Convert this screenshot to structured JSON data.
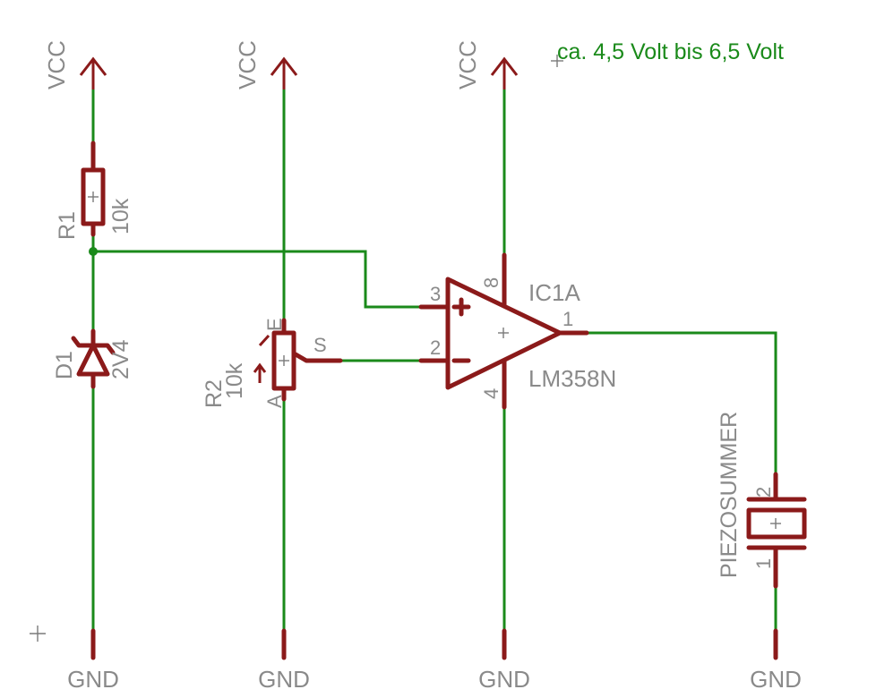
{
  "colors": {
    "wire": "#1a8a1a",
    "component": "#8b1a1a",
    "label": "#8a8a8a",
    "note": "#1a8a1a",
    "background": "#ffffff"
  },
  "note": "ca. 4,5 Volt bis 6,5 Volt",
  "supplies": {
    "vcc_left": "VCC",
    "vcc_middle": "VCC",
    "vcc_opamp": "VCC",
    "gnd_left": "GND",
    "gnd_middle": "GND",
    "gnd_opamp": "GND",
    "gnd_right": "GND"
  },
  "components": {
    "r1": {
      "name": "R1",
      "value": "10k"
    },
    "d1": {
      "name": "D1",
      "value": "2V4"
    },
    "r2": {
      "name": "R2",
      "value": "10k",
      "pin_e": "E",
      "pin_a": "A",
      "pin_s": "S"
    },
    "ic": {
      "name": "IC1A",
      "value": "LM358N",
      "pin_noninv": "3",
      "pin_inv": "2",
      "pin_vcc": "8",
      "pin_gnd": "4",
      "pin_out": "1"
    },
    "buzzer": {
      "name": "PIEZOSUMMER",
      "pin_top": "2",
      "pin_bottom": "1"
    }
  }
}
